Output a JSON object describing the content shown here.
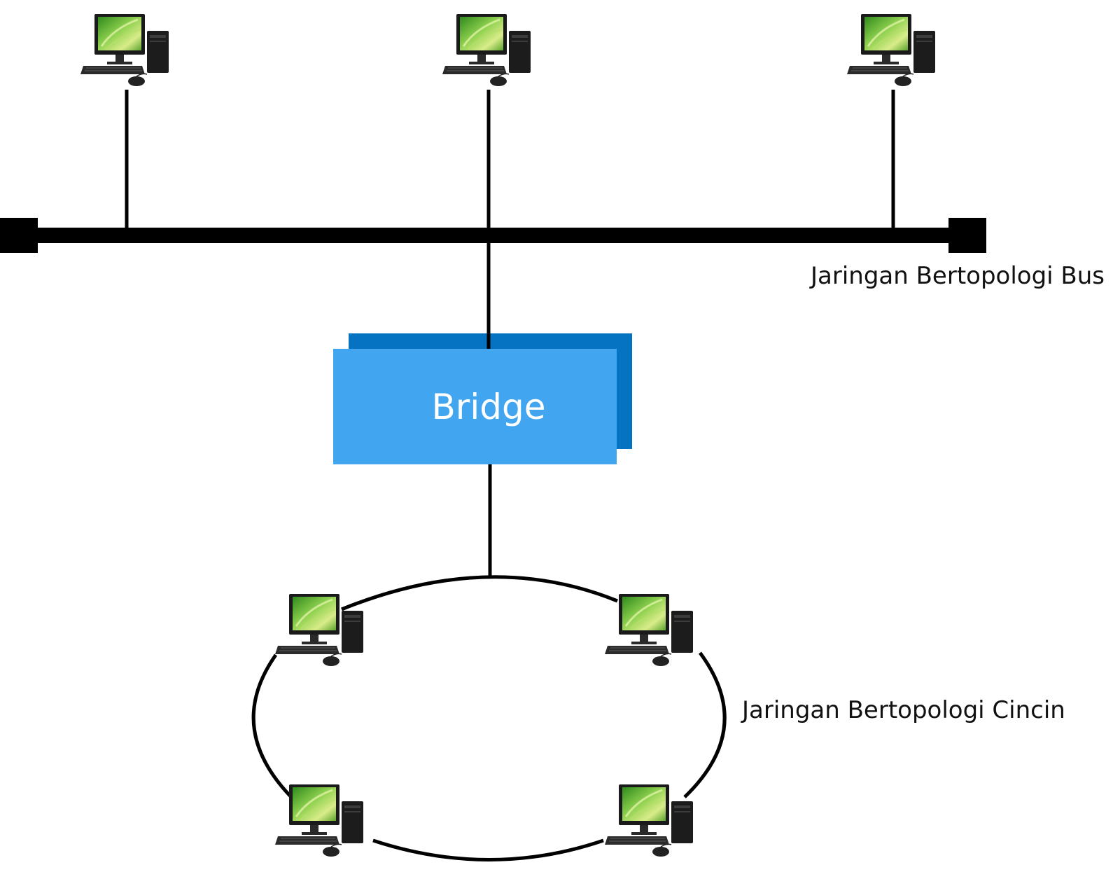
{
  "bus": {
    "label": "Jaringan Bertopologi Bus"
  },
  "bridge": {
    "label": "Bridge",
    "front_color": "#42A5F0",
    "back_color": "#0572C2"
  },
  "ring": {
    "label": "Jaringan Bertopologi Cincin"
  },
  "icons": {
    "computer": "desktop-computer-icon"
  },
  "colors": {
    "cable": "#000000",
    "screen_green": "#7CC63A",
    "case_dark": "#1c1c1c"
  }
}
